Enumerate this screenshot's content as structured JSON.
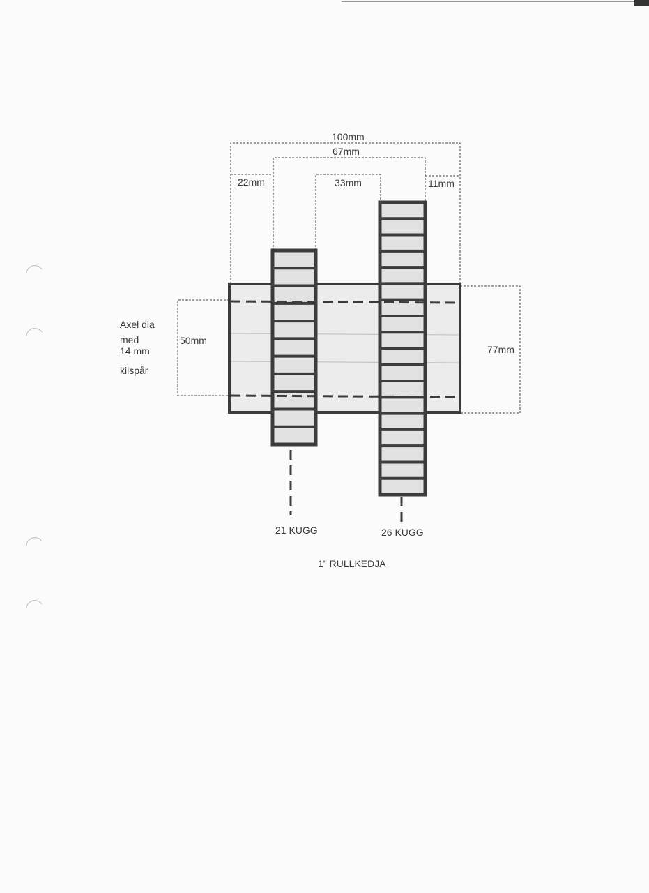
{
  "dimensions": {
    "overall_width": "100mm",
    "sprocket_span": "67mm",
    "left_offset": "22mm",
    "gap_between": "33mm",
    "right_offset": "11mm",
    "shaft_diameter": "50mm",
    "hub_diameter": "77mm"
  },
  "shaft_note": [
    "Axel dia",
    "med",
    "14 mm",
    "kilspår"
  ],
  "sprockets": [
    {
      "label": "21 KUGG",
      "cells": 11
    },
    {
      "label": "26 KUGG",
      "cells": 18
    }
  ],
  "chain_label": "1\" RULLKEDJA",
  "colors": {
    "line": "#3c3c3c",
    "fill": "#e9e9e9",
    "paper": "#fbfbfb"
  }
}
